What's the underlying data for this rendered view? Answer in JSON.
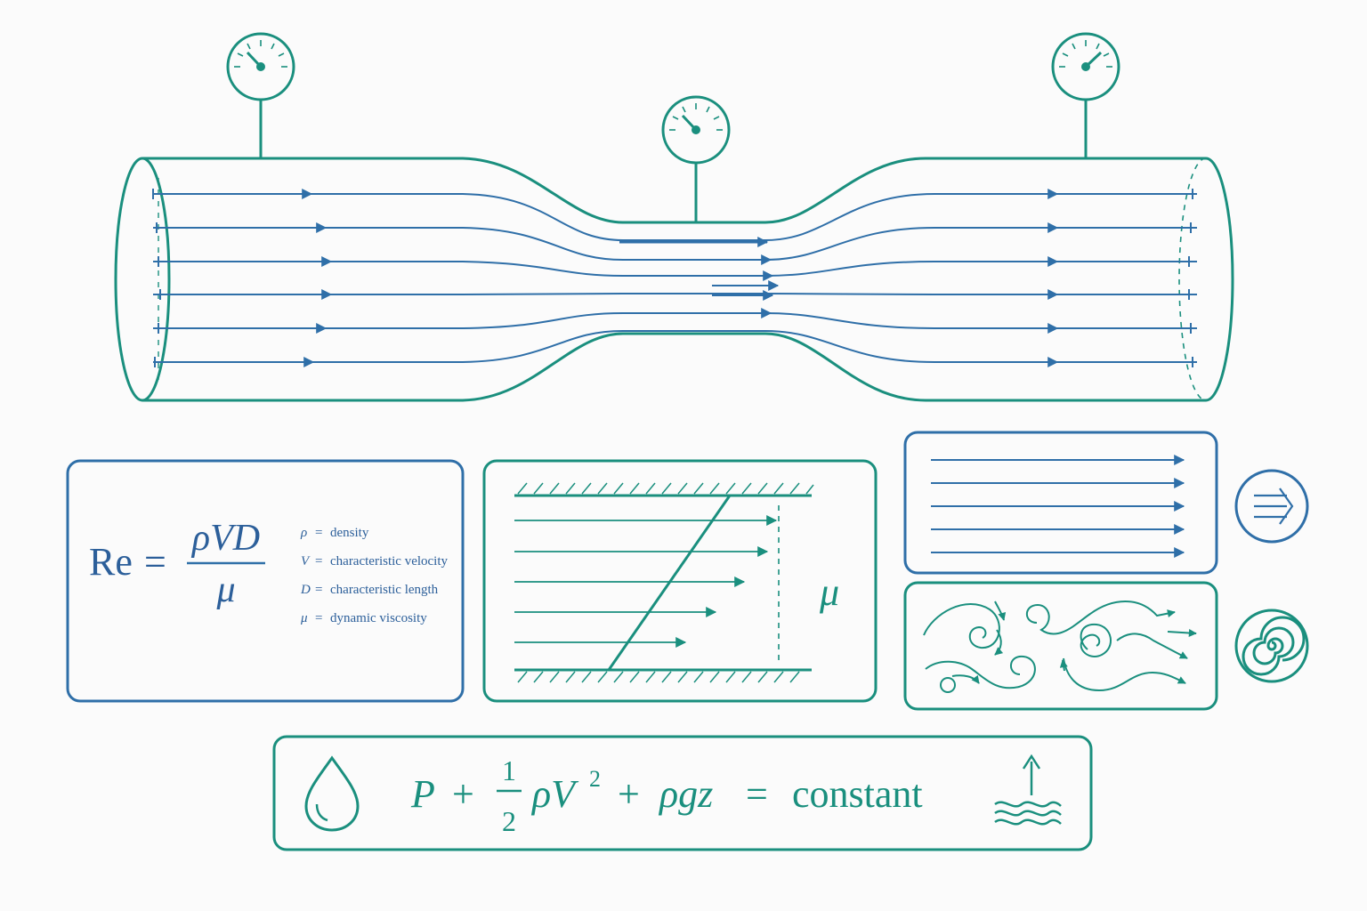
{
  "colors": {
    "teal": "#1a8f7e",
    "blue": "#2f6fa8",
    "background": "#fbfbfb"
  },
  "venturi": {
    "gauges": [
      "pressure-gauge-inlet",
      "pressure-gauge-throat",
      "pressure-gauge-outlet"
    ]
  },
  "reynolds": {
    "lhs": "Re",
    "equals": "=",
    "numerator": "ρVD",
    "denominator": "μ",
    "legend": [
      {
        "symbol": "ρ",
        "eq": "=",
        "text": "density"
      },
      {
        "symbol": "V",
        "eq": "=",
        "text": "characteristic velocity"
      },
      {
        "symbol": "D",
        "eq": "=",
        "text": "characteristic length"
      },
      {
        "symbol": "μ",
        "eq": "=",
        "text": "dynamic viscosity"
      }
    ]
  },
  "couette": {
    "symbol": "μ"
  },
  "flow_regimes": {
    "laminar_icon": "laminar-flow-icon",
    "turbulent_icon": "spiral-vortex-icon"
  },
  "bernoulli": {
    "P": "P",
    "plus1": "+",
    "frac_num": "1",
    "frac_den": "2",
    "rhoV": "ρV",
    "sup": "2",
    "plus2": "+",
    "rhogz": "ρgz",
    "equals": "=",
    "rhs": "constant",
    "left_icon": "water-drop-icon",
    "right_icon": "elevation-waves-icon"
  }
}
